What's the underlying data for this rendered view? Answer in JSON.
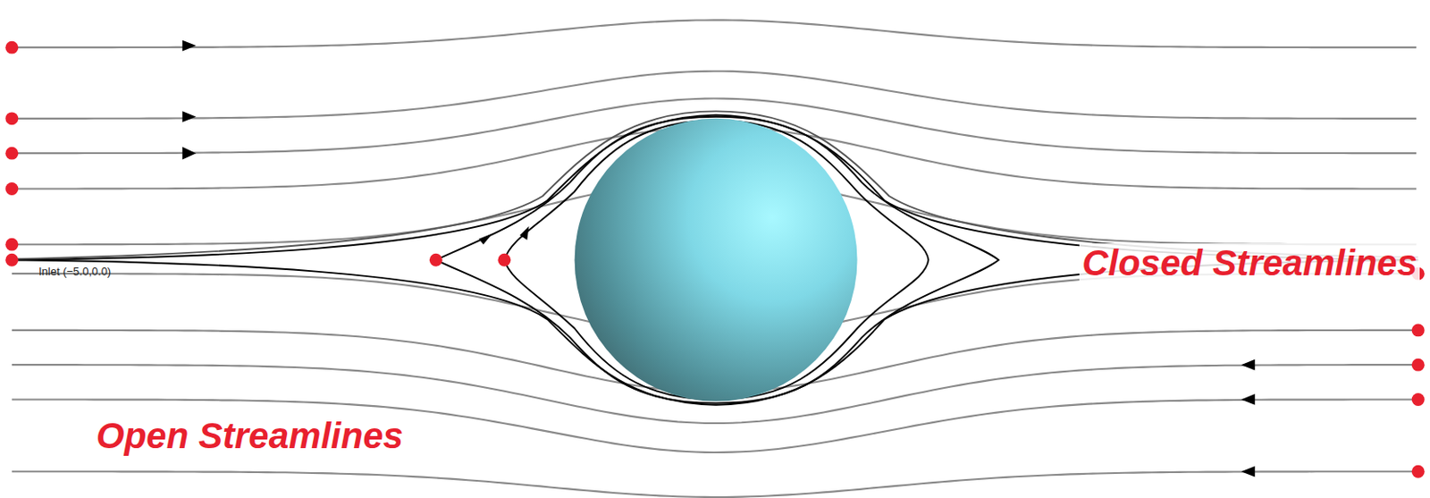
{
  "diagram": {
    "labels": [
      "Inlet (−5.0,0.0)",
      "Closed Streamlines",
      "Open Streamlines"
    ]
  }
}
